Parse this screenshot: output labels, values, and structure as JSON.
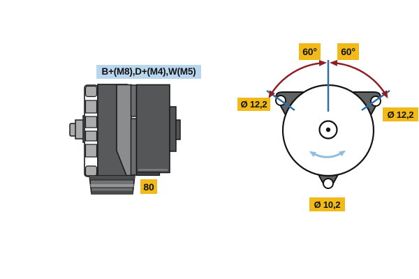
{
  "title": "Alternator technical drawing",
  "colors": {
    "label_yellow": "#f2ba19",
    "label_blue": "#b9d6ee",
    "body_dark_gray": "#58595b",
    "body_mid_gray": "#8a8c8e",
    "rib_light_gray": "#aaacae",
    "outline_black": "#1a1a1a",
    "dimension_arrow_red": "#8e2023",
    "axis_line_blue": "#2e6da6",
    "rotation_arrow_light_blue": "#8fbedf"
  },
  "side_view": {
    "terminals_label": "B+(M8),D+(M4),W(M5)",
    "foot_width": "80"
  },
  "front_view": {
    "angle_labels": [
      "60°",
      "60°"
    ],
    "hole_left_diameter": "Ø 12,2",
    "hole_right_diameter": "Ø 12,2",
    "hole_bottom_diameter": "Ø 10,2"
  }
}
